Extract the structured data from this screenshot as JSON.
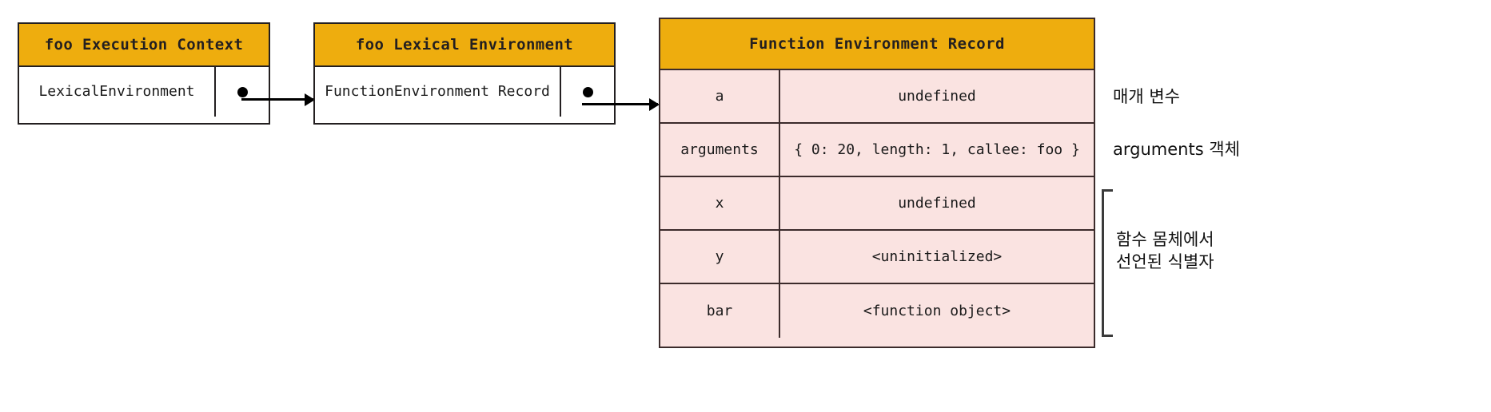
{
  "diagram": {
    "title": "foo Execution Context / Function Environment Record",
    "accent_header": "#eead0e",
    "record_fill": "#fae3e1",
    "stroke": "#231f20"
  },
  "execution_context": {
    "title": "foo Execution Context",
    "row_label": "LexicalEnvironment",
    "pointer_icon": "filled-dot-icon"
  },
  "lexical_environment": {
    "title": "foo Lexical Environment",
    "row_label": "FunctionEnvironment\nRecord",
    "pointer_icon": "filled-dot-icon"
  },
  "function_environment_record": {
    "title": "Function Environment Record",
    "rows": [
      {
        "key": "a",
        "value": "undefined"
      },
      {
        "key": "arguments",
        "value": "{ 0: 20, length: 1, callee: foo }"
      },
      {
        "key": "x",
        "value": "undefined"
      },
      {
        "key": "y",
        "value": "<uninitialized>"
      },
      {
        "key": "bar",
        "value": "<function object>"
      }
    ]
  },
  "annotations": [
    {
      "id": "parameter",
      "text": "매개 변수"
    },
    {
      "id": "arguments",
      "text": "arguments 객체"
    },
    {
      "id": "body-ids",
      "text": "함수 몸체에서\n선언된 식별자"
    }
  ]
}
